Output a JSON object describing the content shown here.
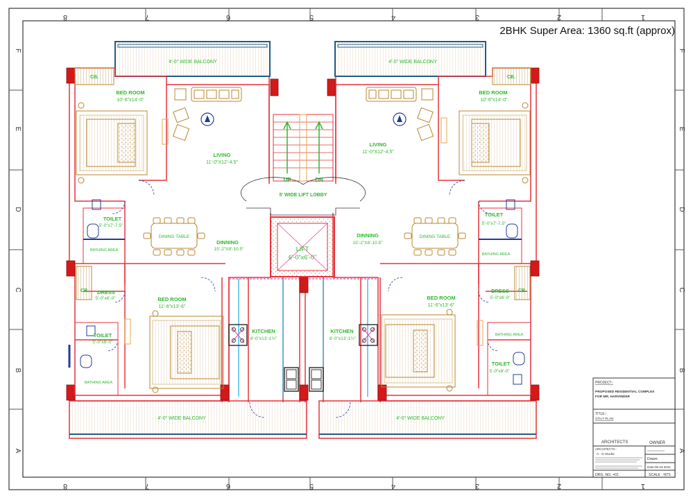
{
  "header": {
    "super_area": "2BHK Super Area: 1360 sq.ft (approx)"
  },
  "border": {
    "cols_top": [
      "8",
      "7",
      "6",
      "5",
      "4",
      "3",
      "2",
      "1"
    ],
    "cols_bottom": [
      "8",
      "7",
      "6",
      "5",
      "4",
      "3",
      "2",
      "1"
    ],
    "rows": [
      "F",
      "E",
      "D",
      "C",
      "B",
      "A"
    ]
  },
  "rooms": {
    "balcony_top_left": "4'-0\" WIDE BALCONY",
    "balcony_top_right": "4'-0\" WIDE BALCONY",
    "balcony_bottom_left": "4'-0\" WIDE BALCONY",
    "balcony_bottom_right": "4'-0\" WIDE BALCONY",
    "cb": "CB.",
    "bedroom_top_left": {
      "name": "BED ROOM",
      "size": "10'-6\"x14'-0\""
    },
    "bedroom_top_right": {
      "name": "BED ROOM",
      "size": "10'-6\"x14'-0\""
    },
    "living_left": {
      "name": "LIVING",
      "size": "11'-0\"X12'-4.5\""
    },
    "living_right": {
      "name": "LIVING",
      "size": "11'-0\"X12'-4.5\""
    },
    "stair_up": "UP",
    "stair_dn": "DN",
    "lift_lobby": "5' WIDE LIFT LOBBY",
    "toilet_top_left": {
      "name": "TOILET",
      "size": "5'-0\"x7'-7.5\""
    },
    "toilet_top_right": {
      "name": "TOILET",
      "size": "5'-0\"x7'-7.5\""
    },
    "bathing_area": "BATHING AREA",
    "dining_table": "DINING TABLE",
    "dining_left": {
      "name": "DINNING",
      "size": "15'-2\"X8'-10.5\""
    },
    "dining_right": {
      "name": "DINNING",
      "size": "15'-2\"X8'-10.5\""
    },
    "lift": {
      "name": "LIFT",
      "size": "6'-0\"x6'-0\""
    },
    "dress_left": {
      "name": "DRESS",
      "size": "5'-0\"x6'-0\""
    },
    "dress_right": {
      "name": "DRESS",
      "size": "5'-0\"x6'-0\""
    },
    "bedroom_bottom_left": {
      "name": "BED ROOM",
      "size": "11'-6\"x13'-6\""
    },
    "bedroom_bottom_right": {
      "name": "BED ROOM",
      "size": "11'-6\"x13'-6\""
    },
    "toilet_bottom_left": {
      "name": "TOILET",
      "size": "5'-0\"x8'-0\""
    },
    "toilet_bottom_right": {
      "name": "TOILET",
      "size": "5'-0\"x8'-0\""
    },
    "kitchen_left": {
      "name": "KITCHEN",
      "size": "8'-0\"x13'-1½\""
    },
    "kitchen_right": {
      "name": "KITCHEN",
      "size": "8'-0\"x13'-1½\""
    }
  },
  "title_block": {
    "project_label": "PROJECT:-",
    "project_line1": "PROPOSED RESIDENTIAL COMPLEX",
    "project_line2": "FOR MR. HARVINDER",
    "title_label": "TITLE:-",
    "title_value": "STILT PLAN",
    "architects": "ARCHITECTS",
    "owner": "OWNER",
    "architects_sub": "ARCHITECTS :",
    "studio": "A - D Studio",
    "drawn": "Drawn:",
    "date": "Date:05.03.2021",
    "drg_no": "DRG. NO. =01",
    "scale": "SCALE : NTS"
  },
  "colors": {
    "wall": "#e8323c",
    "furniture": "#b8862e",
    "text_green": "#2db82d",
    "balcony": "#1f5a86",
    "column": "#d4191b"
  }
}
